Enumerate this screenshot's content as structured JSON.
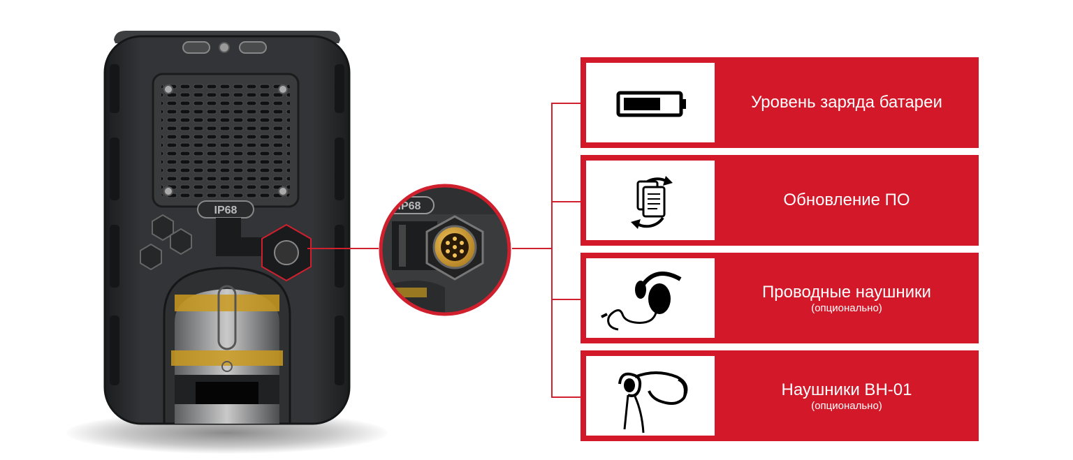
{
  "device": {
    "badge": "IP68",
    "connector_badge": "IP68"
  },
  "features": [
    {
      "title": "Уровень заряда батареи",
      "subtitle": "",
      "icon": "battery-icon"
    },
    {
      "title": "Обновление ПО",
      "subtitle": "",
      "icon": "software-update-icon"
    },
    {
      "title": "Проводные наушники",
      "subtitle": "(опционально)",
      "icon": "wired-headphones-icon"
    },
    {
      "title": "Наушники BH-01",
      "subtitle": "(опционально)",
      "icon": "bone-headphones-icon"
    }
  ],
  "colors": {
    "accent": "#d3182a",
    "device_body": "#2b2c2e",
    "device_trim": "#c99a1e"
  }
}
